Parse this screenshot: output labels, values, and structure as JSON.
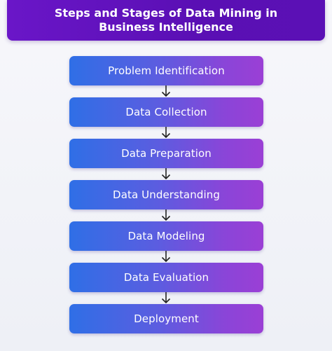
{
  "header": {
    "title": "Steps and Stages of Data Mining in Business Intelligence"
  },
  "steps": [
    {
      "label": "Problem Identification"
    },
    {
      "label": "Data Collection"
    },
    {
      "label": "Data Preparation"
    },
    {
      "label": "Data Understanding"
    },
    {
      "label": "Data Modeling"
    },
    {
      "label": "Data Evaluation"
    },
    {
      "label": "Deployment"
    }
  ],
  "colors": {
    "header_bg": "#5f12bb",
    "step_gradient_start": "#2f6fe6",
    "step_gradient_end": "#9b3fd5",
    "arrow": "#222222"
  }
}
